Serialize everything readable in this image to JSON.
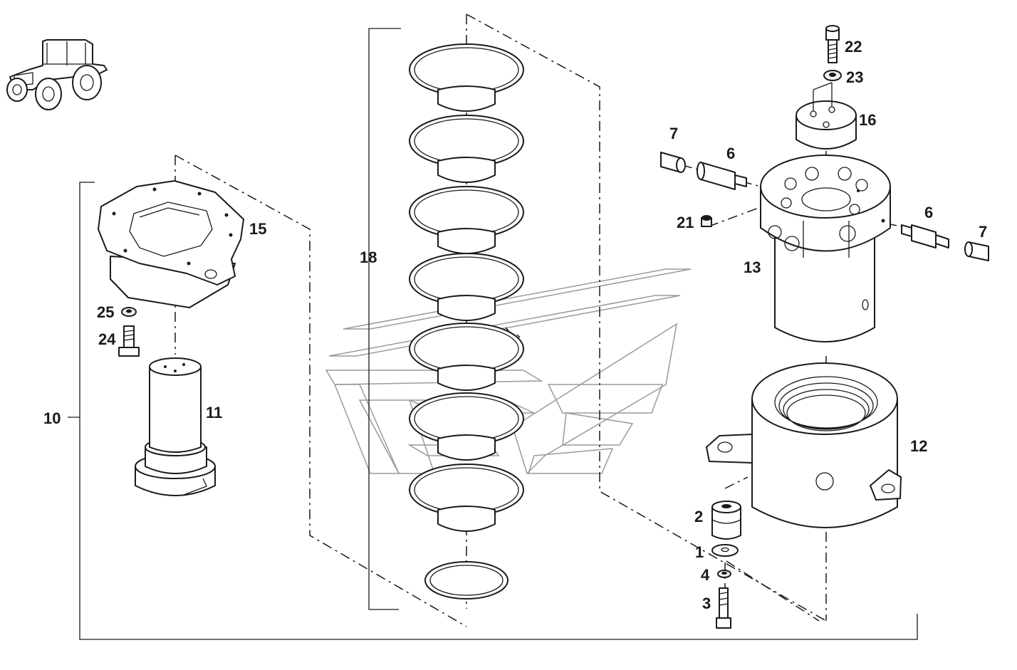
{
  "callouts": {
    "c1": "1",
    "c2": "2",
    "c3": "3",
    "c4": "4",
    "c6a": "6",
    "c6b": "6",
    "c7a": "7",
    "c7b": "7",
    "c10": "10",
    "c11": "11",
    "c12": "12",
    "c13": "13",
    "c15": "15",
    "c16": "16",
    "c18": "18",
    "c21": "21",
    "c22": "22",
    "c23": "23",
    "c24": "24",
    "c25": "25"
  },
  "icons": {
    "vehicle": "tractor-icon"
  },
  "colors": {
    "line": "#1a1a1a",
    "watermark": "#9a9a9a",
    "background": "#ffffff"
  }
}
